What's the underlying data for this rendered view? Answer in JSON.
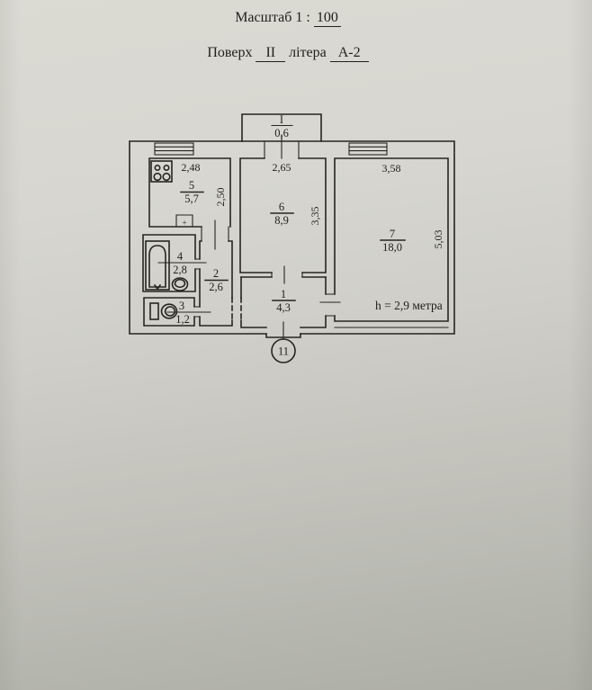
{
  "header": {
    "scale_prefix": "Масштаб 1 :",
    "scale_value": "100",
    "floor_label": "Поверх",
    "floor_value": "ІІ",
    "letter_label": "літера",
    "letter_value": "А-2"
  },
  "plan": {
    "balcony": {
      "number": "І",
      "area": "0,6"
    },
    "rooms": {
      "kitchen": {
        "number": "5",
        "area": "5,7"
      },
      "living": {
        "number": "6",
        "area": "8,9"
      },
      "bedroom": {
        "number": "7",
        "area": "18,0"
      },
      "bathroom": {
        "number": "4",
        "area": "2,8"
      },
      "hall": {
        "number": "2",
        "area": "2,6"
      },
      "toilet": {
        "number": "3",
        "area": "1,2"
      },
      "corridor": {
        "number": "1",
        "area": "4,3"
      }
    },
    "dimensions": {
      "kitchen_width": "2,48",
      "kitchen_depth": "2,50",
      "living_width": "2,65",
      "living_depth": "3,35",
      "bedroom_width": "3,58",
      "bedroom_depth": "5,03"
    },
    "ceiling_height": "h = 2,9 метра",
    "entry_marker": "11",
    "vent_mark": "+"
  },
  "colors": {
    "ink": "#26261f",
    "paper_top": "#dbdad3",
    "paper_bottom": "#adaea6"
  }
}
